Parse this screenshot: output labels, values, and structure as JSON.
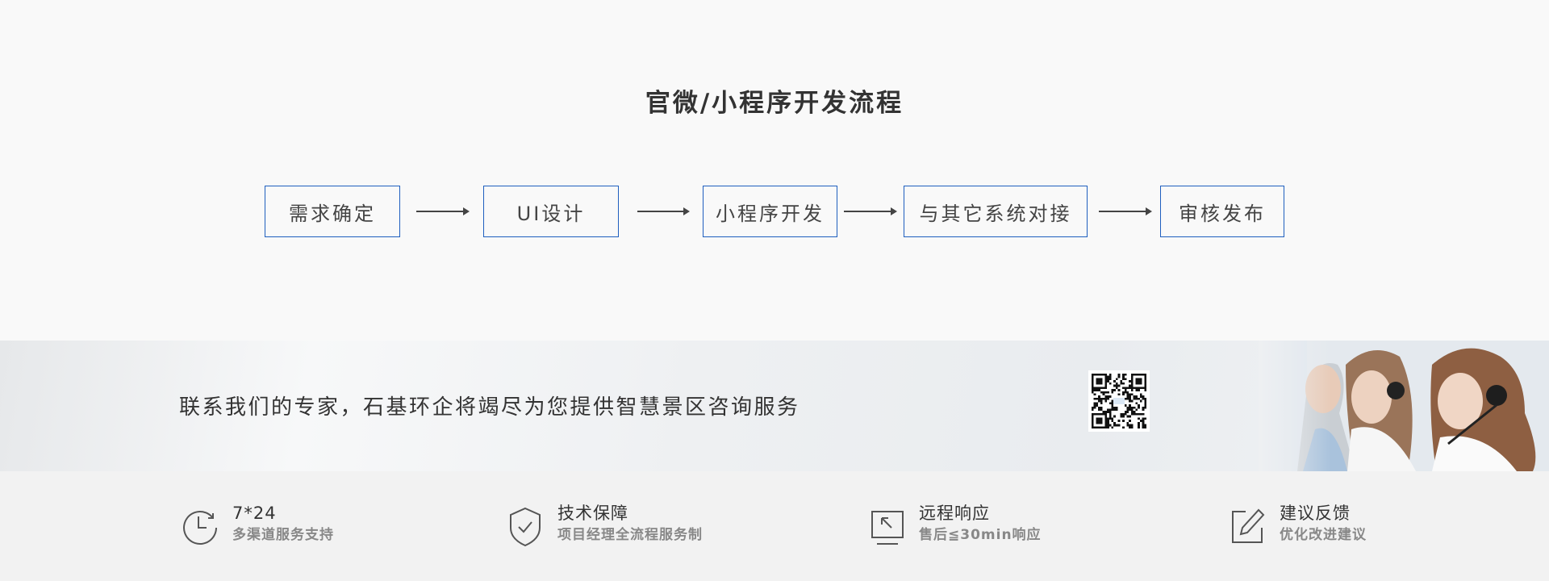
{
  "process": {
    "title": "官微/小程序开发流程",
    "steps": [
      "需求确定",
      "UI设计",
      "小程序开发",
      "与其它系统对接",
      "审核发布"
    ]
  },
  "banner": {
    "text": "联系我们的专家，石基环企将竭尽为您提供智慧景区咨询服务",
    "qr_icon": "qr-code-icon"
  },
  "features": [
    {
      "icon": "clock-icon",
      "title": "7*24",
      "subtitle": "多渠道服务支持"
    },
    {
      "icon": "shield-check-icon",
      "title": "技术保障",
      "subtitle": "项目经理全流程服务制"
    },
    {
      "icon": "remote-screen-icon",
      "title": "远程响应",
      "subtitle": "售后≦30min响应"
    },
    {
      "icon": "edit-icon",
      "title": "建议反馈",
      "subtitle": "优化改进建议"
    }
  ],
  "colors": {
    "accent": "#1f5fbf",
    "text": "#333333",
    "subtext": "#888888"
  }
}
